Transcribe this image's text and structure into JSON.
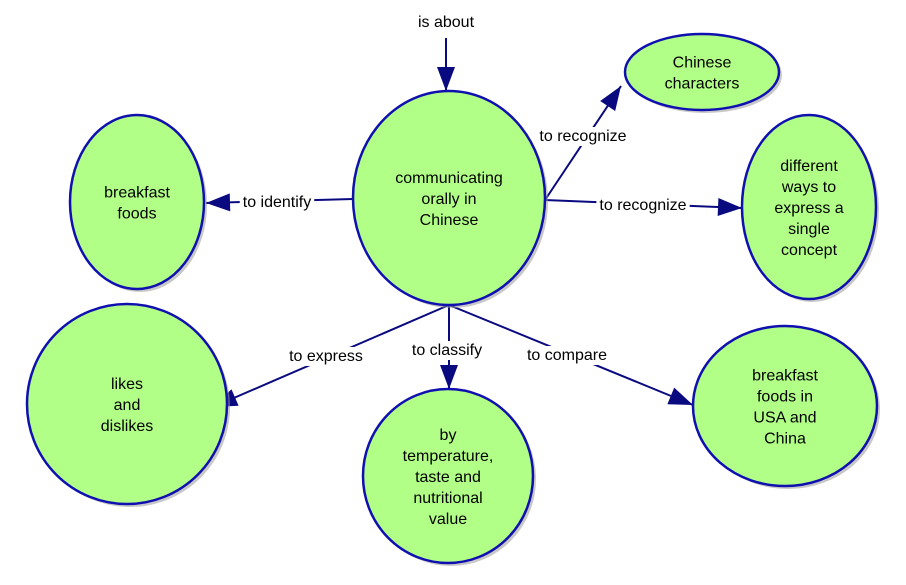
{
  "diagram": {
    "type": "concept-map",
    "colors": {
      "node_fill": "#b2ff88",
      "node_border": "#1010b0",
      "link": "#0a0a80",
      "text": "#000000",
      "background": "#ffffff"
    },
    "incoming_label": "is about",
    "central_node": {
      "id": "center",
      "lines": [
        "communicating",
        "orally in",
        "Chinese"
      ]
    },
    "nodes": [
      {
        "id": "chars",
        "lines": [
          "Chinese",
          "characters"
        ]
      },
      {
        "id": "ways",
        "lines": [
          "different",
          "ways to",
          "express a",
          "single",
          "concept"
        ]
      },
      {
        "id": "breakfast",
        "lines": [
          "breakfast",
          "foods"
        ]
      },
      {
        "id": "likes",
        "lines": [
          "likes",
          "and",
          "dislikes"
        ]
      },
      {
        "id": "classify",
        "lines": [
          "by",
          "temperature,",
          "taste and",
          "nutritional",
          "value"
        ]
      },
      {
        "id": "compare",
        "lines": [
          "breakfast",
          "foods in",
          "USA and",
          "China"
        ]
      }
    ],
    "links": [
      {
        "from": "center",
        "to": "chars",
        "label": "to recognize"
      },
      {
        "from": "center",
        "to": "ways",
        "label": "to recognize"
      },
      {
        "from": "center",
        "to": "breakfast",
        "label": "to identify"
      },
      {
        "from": "center",
        "to": "likes",
        "label": "to express"
      },
      {
        "from": "center",
        "to": "classify",
        "label": "to classify"
      },
      {
        "from": "center",
        "to": "compare",
        "label": "to compare"
      }
    ]
  }
}
